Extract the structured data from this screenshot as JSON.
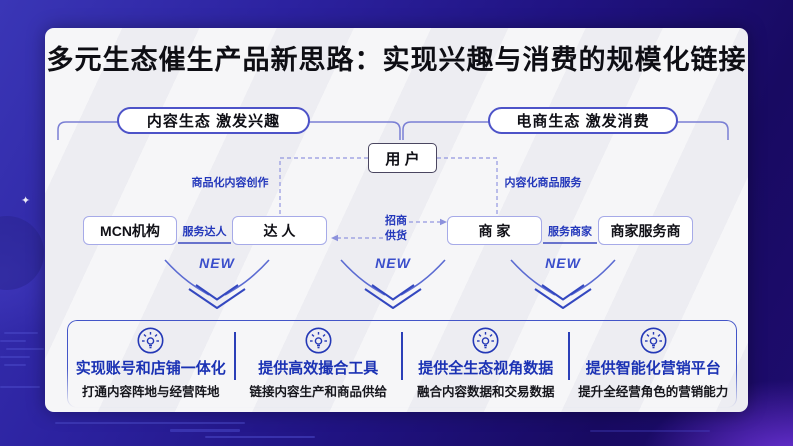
{
  "title": "多元生态催生产品新思路：实现兴趣与消费的规模化链接",
  "ecosystems": {
    "content_pill": "内容生态 激发兴趣",
    "commerce_pill": "电商生态 激发消费"
  },
  "nodes": {
    "user": "用 户",
    "mcn": "MCN机构",
    "talent": "达 人",
    "merchant": "商 家",
    "merchant_service": "商家服务商"
  },
  "edges": {
    "content_creation": "商品化内容创作",
    "product_service": "内容化商品服务",
    "serve_talent": "服务达人",
    "serve_merchant": "服务商家",
    "recruit": "招商",
    "supply": "供货"
  },
  "new_label": "NEW",
  "capabilities": [
    {
      "title": "实现账号和店铺一体化",
      "subtitle": "打通内容阵地与经营阵地"
    },
    {
      "title": "提供高效撮合工具",
      "subtitle": "链接内容生产和商品供给"
    },
    {
      "title": "提供全生态视角数据",
      "subtitle": "融合内容数据和交易数据"
    },
    {
      "title": "提供智能化营销平台",
      "subtitle": "提升全经营角色的营销能力"
    }
  ],
  "colors": {
    "accent_blue": "#2438bb",
    "line_purple": "#7a7fd4",
    "frame_start": "#3a36b6",
    "frame_end": "#180a62",
    "cap_title_blue": "#1b32b4"
  }
}
